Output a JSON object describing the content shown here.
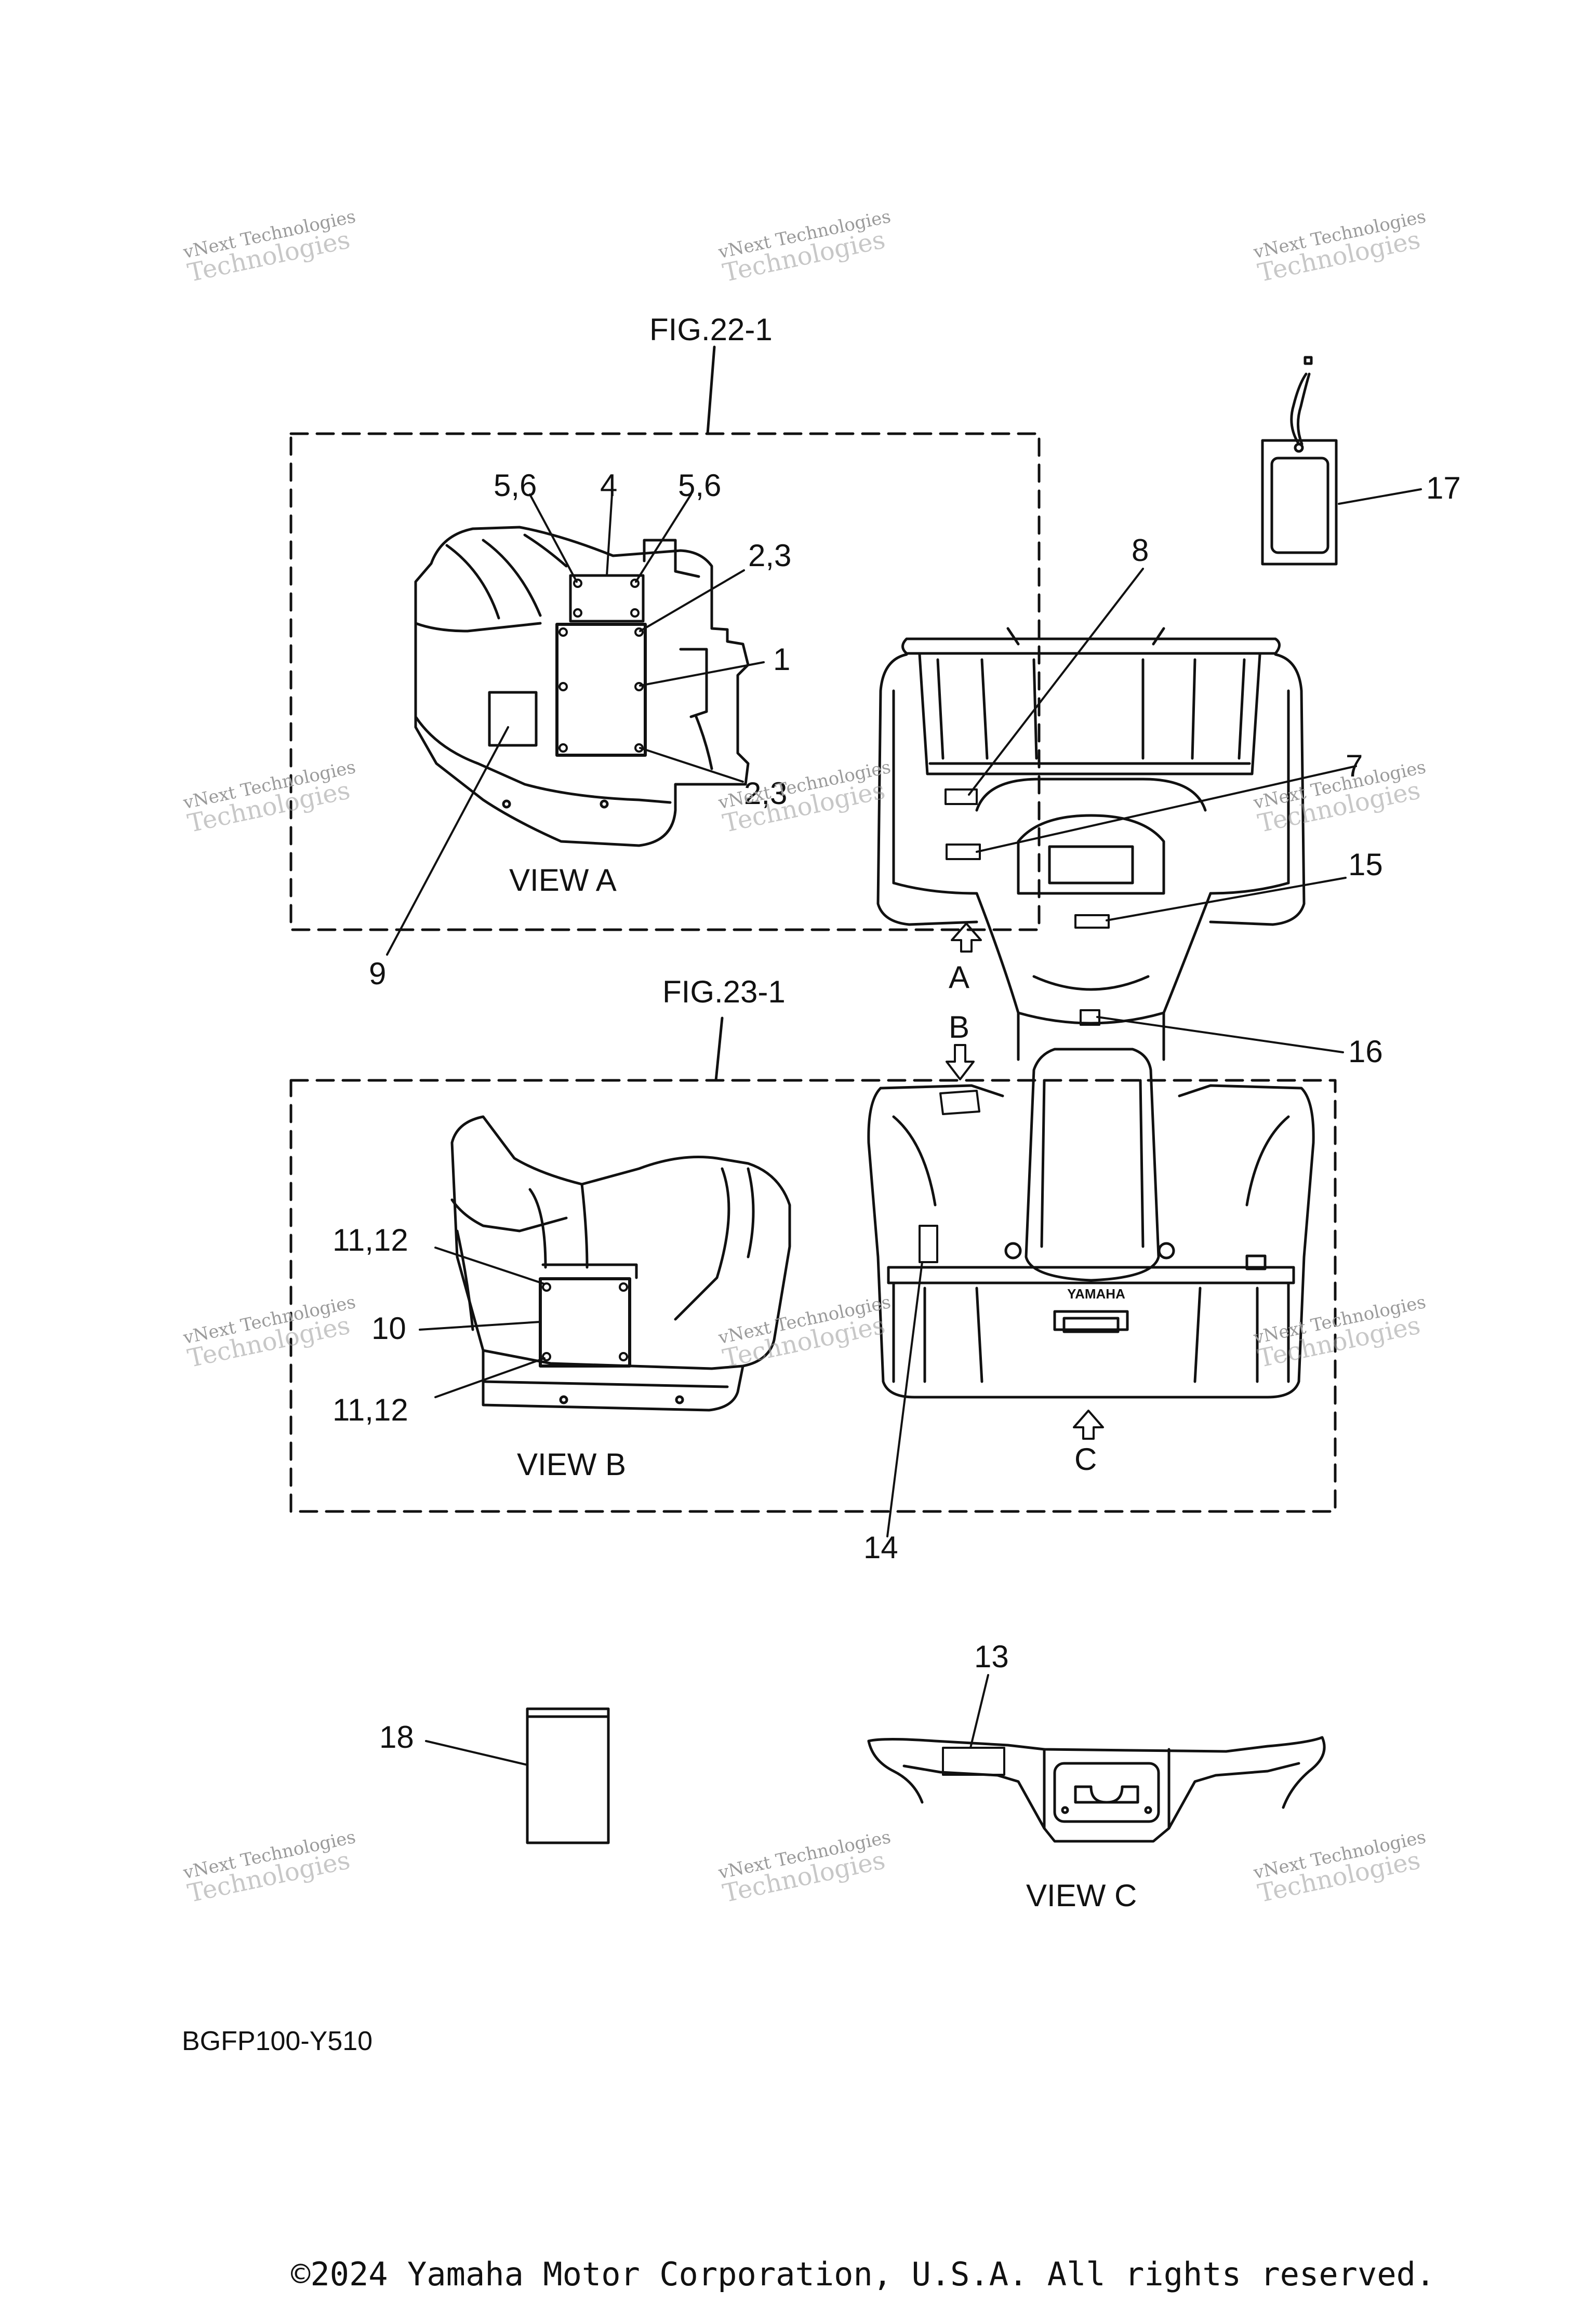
{
  "figure_refs": {
    "fig_a": "FIG.22-1",
    "fig_b": "FIG.23-1"
  },
  "views": {
    "a": "VIEW A",
    "b": "VIEW B",
    "c": "VIEW C"
  },
  "arrow_letters": {
    "a": "A",
    "b": "B",
    "c": "C"
  },
  "callouts": {
    "c1": "1",
    "c2_3_top": "2,3",
    "c2_3_bottom": "2,3",
    "c4": "4",
    "c5_6_left": "5,6",
    "c5_6_right": "5,6",
    "c7": "7",
    "c8": "8",
    "c9": "9",
    "c10": "10",
    "c11_12_top": "11,12",
    "c11_12_bottom": "11,12",
    "c13": "13",
    "c14": "14",
    "c15": "15",
    "c16": "16",
    "c17": "17",
    "c18": "18"
  },
  "brand_mark": "YAMAHA",
  "diagram_code": "BGFP100-Y510",
  "copyright": "©2024 Yamaha Motor Corporation, U.S.A. All rights reserved.",
  "watermark": {
    "line1": "vNext Technologies",
    "line2": "Technologies"
  }
}
